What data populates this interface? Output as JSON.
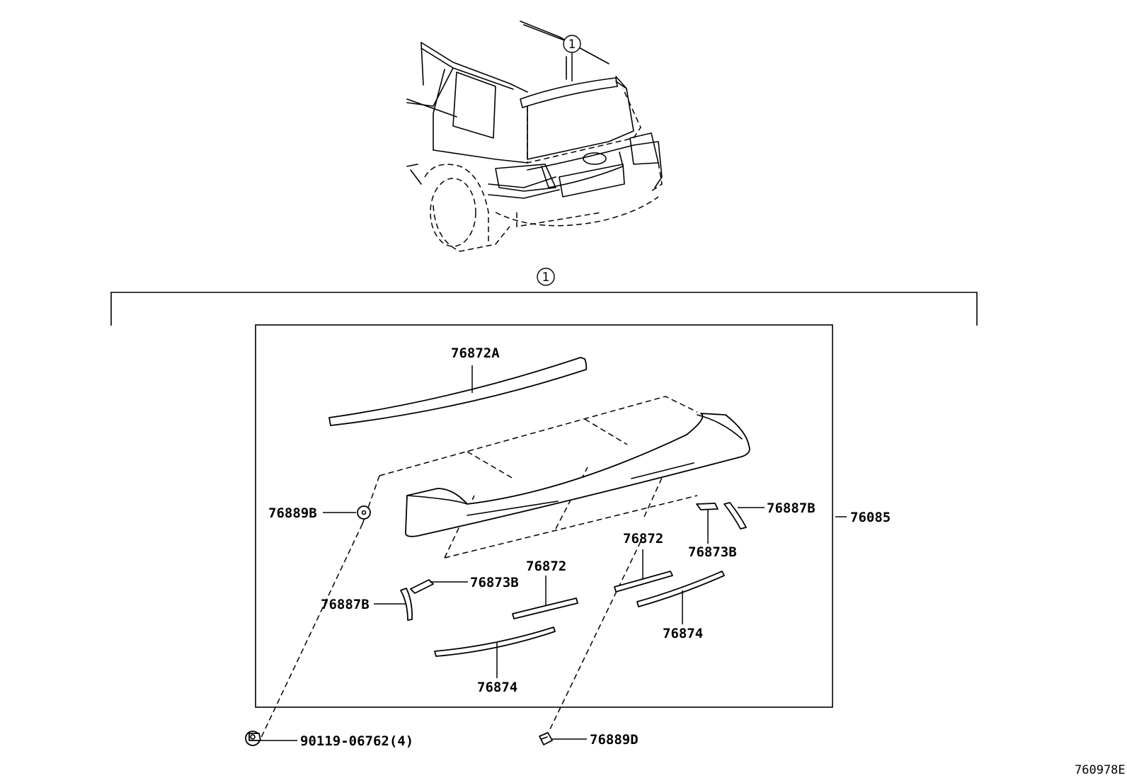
{
  "callout_marker": "1",
  "labels": {
    "upper_molding": "76872A",
    "spoiler_assy": "76085",
    "grommet": "76889B",
    "right_side_cover": "76887B",
    "right_side_pad": "76873B",
    "left_side_pad": "76873B",
    "left_side_cover": "76887B",
    "left_center_strip": "76872",
    "right_center_strip": "76872",
    "left_lower_strip": "76874",
    "right_lower_strip": "76874",
    "bolt": "90119-06762(4)",
    "clip": "76889D"
  },
  "figure_code": "760978E"
}
